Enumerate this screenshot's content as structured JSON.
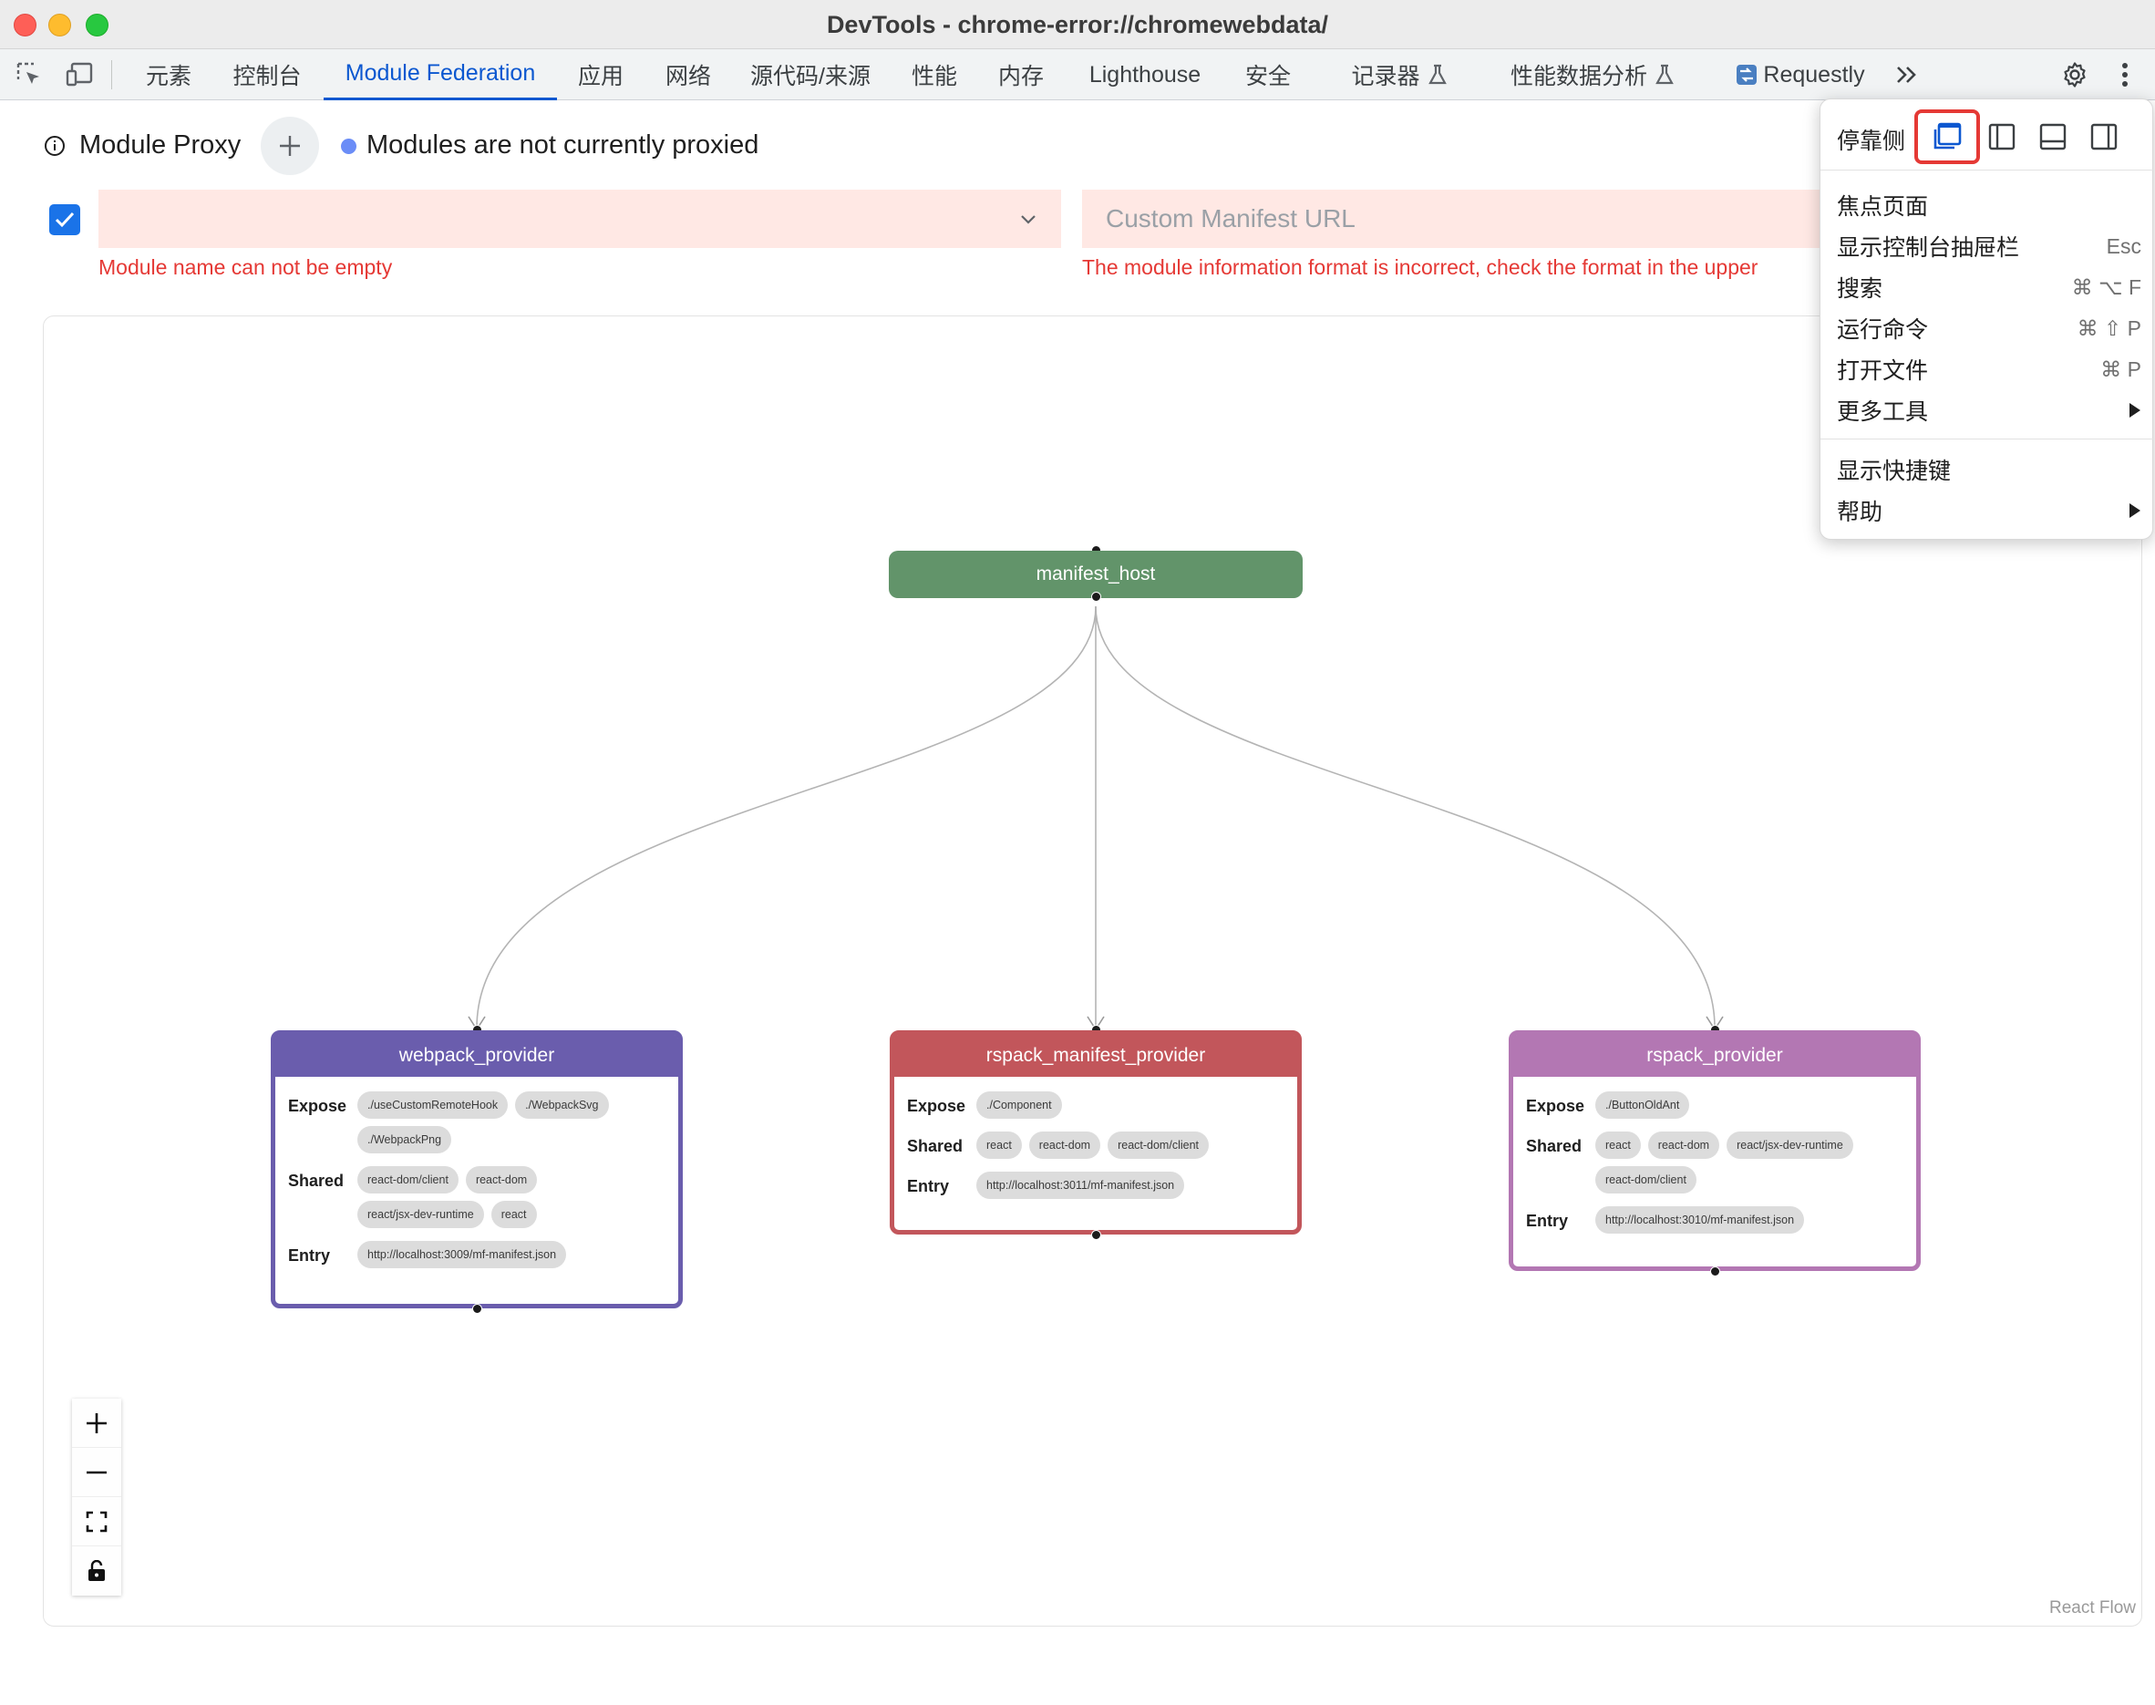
{
  "window": {
    "title": "DevTools - chrome-error://chromewebdata/"
  },
  "tabs": [
    {
      "label": "元素"
    },
    {
      "label": "控制台"
    },
    {
      "label": "Module Federation",
      "active": true
    },
    {
      "label": "应用"
    },
    {
      "label": "网络"
    },
    {
      "label": "源代码/来源"
    },
    {
      "label": "性能"
    },
    {
      "label": "内存"
    },
    {
      "label": "Lighthouse"
    },
    {
      "label": "安全"
    },
    {
      "label": "记录器"
    },
    {
      "label": "性能数据分析"
    },
    {
      "label": "Requestly"
    }
  ],
  "toolbar_icons": [
    "inspect-element-icon",
    "device-toolbar-icon",
    "more-tabs-icon",
    "settings-gear-icon",
    "kebab-menu-icon",
    "experiment-flask-icon",
    "requestly-icon"
  ],
  "proxy": {
    "title": "Module Proxy",
    "status": "Modules are not currently proxied",
    "status_color": "#6b8df7",
    "checkbox_checked": true,
    "module_select_value": "",
    "manifest_placeholder": "Custom Manifest URL",
    "error_module": "Module name can not be empty",
    "error_manifest": "The module information format is incorrect, check the format in the upper"
  },
  "graph": {
    "host": {
      "name": "manifest_host",
      "color": "#62946a"
    },
    "labels": {
      "expose": "Expose",
      "shared": "Shared",
      "entry": "Entry"
    },
    "providers": [
      {
        "name": "webpack_provider",
        "color": "#6a5dad",
        "expose": [
          "./useCustomRemoteHook",
          "./WebpackSvg",
          "./WebpackPng"
        ],
        "shared": [
          "react-dom/client",
          "react-dom",
          "react/jsx-dev-runtime",
          "react"
        ],
        "entry": [
          "http://localhost:3009/mf-manifest.json"
        ]
      },
      {
        "name": "rspack_manifest_provider",
        "color": "#c2565b",
        "expose": [
          "./Component"
        ],
        "shared": [
          "react",
          "react-dom",
          "react-dom/client"
        ],
        "entry": [
          "http://localhost:3011/mf-manifest.json"
        ]
      },
      {
        "name": "rspack_provider",
        "color": "#b377b3",
        "expose": [
          "./ButtonOldAnt"
        ],
        "shared": [
          "react",
          "react-dom",
          "react/jsx-dev-runtime",
          "react-dom/client"
        ],
        "entry": [
          "http://localhost:3010/mf-manifest.json"
        ]
      }
    ],
    "attribution": "React Flow",
    "controls": [
      "zoom-in-icon",
      "zoom-out-icon",
      "fit-view-icon",
      "lock-icon"
    ]
  },
  "menu": {
    "dock_label": "停靠侧",
    "dock_options": [
      "undock-window-icon",
      "dock-left-icon",
      "dock-bottom-icon",
      "dock-right-icon"
    ],
    "items": [
      {
        "label": "焦点页面",
        "shortcut": ""
      },
      {
        "label": "显示控制台抽屉栏",
        "shortcut": "Esc"
      },
      {
        "label": "搜索",
        "shortcut": "⌘ ⌥ F"
      },
      {
        "label": "运行命令",
        "shortcut": "⌘ ⇧ P"
      },
      {
        "label": "打开文件",
        "shortcut": "⌘ P"
      },
      {
        "label": "更多工具",
        "submenu": true
      }
    ],
    "items2": [
      {
        "label": "显示快捷键"
      },
      {
        "label": "帮助",
        "submenu": true
      }
    ]
  }
}
